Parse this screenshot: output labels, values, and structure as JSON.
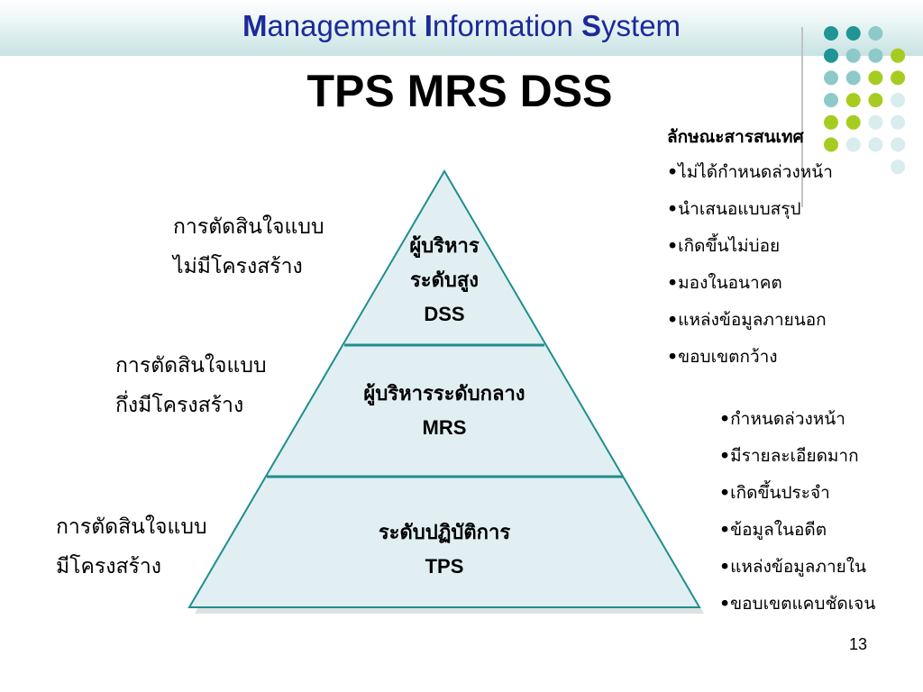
{
  "header": {
    "title_parts": [
      {
        "cap": "M",
        "rest": "anagement "
      },
      {
        "cap": "I",
        "rest": "nformation "
      },
      {
        "cap": "S",
        "rest": "ystem"
      }
    ]
  },
  "slide": {
    "title": "TPS MRS DSS",
    "page_number": "13"
  },
  "colors": {
    "header_text": "#1c2a9a",
    "pyramid_fill": "#e1eff3",
    "pyramid_edge": "#1f8e8e",
    "dot_teal": "#1f9595",
    "dot_lightteal": "#8ec9c9",
    "dot_lime": "#a6cc22",
    "dot_pale": "#d9ecee"
  },
  "pyramid": {
    "top": {
      "line1": "ผู้บริหาร",
      "line2": "ระดับสูง",
      "code": "DSS"
    },
    "middle": {
      "line1": "ผู้บริหารระดับกลาง",
      "code": "MRS"
    },
    "bottom": {
      "line1": "ระดับปฏิบัติการ",
      "code": "TPS"
    }
  },
  "decisions": {
    "top": {
      "line1": "การตัดสินใจแบบ",
      "line2": "ไม่มีโครงสร้าง"
    },
    "middle": {
      "line1": "การตัดสินใจแบบ",
      "line2": "กึ่งมีโครงสร้าง"
    },
    "bottom": {
      "line1": "การตัดสินใจแบบ",
      "line2": "มีโครงสร้าง"
    }
  },
  "characteristics": {
    "heading": "ลักษณะสารสนเทศ",
    "bullet": "•",
    "upper": [
      "ไม่ได้กำหนดล่วงหน้า",
      "นำเสนอแบบสรุป",
      "เกิดขึ้นไม่บ่อย",
      "มองในอนาคต",
      "แหล่งข้อมูลภายนอก",
      "ขอบเขตกว้าง"
    ],
    "lower": [
      "กำหนดล่วงหน้า",
      "มีรายละเอียดมาก",
      "เกิดขึ้นประจำ",
      "ข้อมูลในอดีต",
      "แหล่งข้อมูลภายใน",
      "ขอบเขตแคบชัดเจน"
    ]
  },
  "decoration": {
    "dot_grid": [
      [
        "teal",
        "teal",
        "lightteal",
        null
      ],
      [
        "teal",
        "lightteal",
        "lightteal",
        "lime"
      ],
      [
        "lightteal",
        "lightteal",
        "lime",
        "lime"
      ],
      [
        "lightteal",
        "lime",
        "lime",
        "pale"
      ],
      [
        "lime",
        "lime",
        "pale",
        "pale"
      ],
      [
        "lime",
        "pale",
        "pale",
        "pale"
      ],
      [
        null,
        null,
        null,
        "pale"
      ]
    ]
  }
}
